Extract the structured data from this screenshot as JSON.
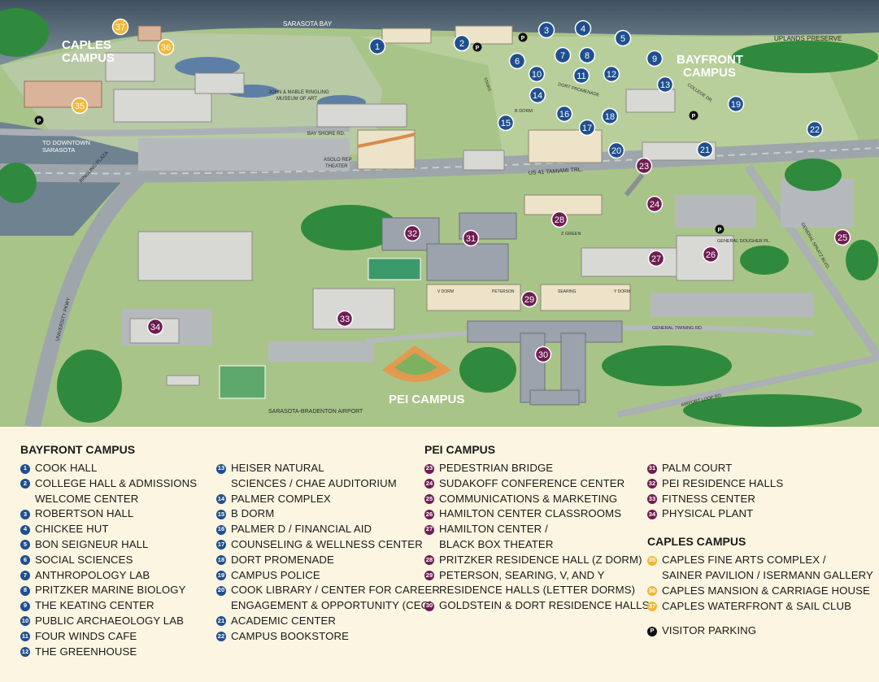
{
  "map": {
    "labels": {
      "caples_campus": "CAPLES\nCAMPUS",
      "bayfront_campus": "BAYFRONT\nCAMPUS",
      "pei_campus": "PEI CAMPUS",
      "sarasota_bay": "SARASOTA BAY",
      "uplands_preserve": "UPLANDS PRESERVE",
      "to_downtown": "TO DOWNTOWN\nSARASOTA",
      "ringling_museum": "JOHN & MABLE RINGLING\nMUSEUM OF ART",
      "bay_shore_rd": "BAY SHORE RD.",
      "asolo": "ASOLO REP\nTHEATER",
      "us41": "US 41 TAMIAMI TRL.",
      "ringling_plaza": "RINGLING PLAZA",
      "university_pkwy": "UNIVERSITY PKWY",
      "b_dorm": "B DORM",
      "dort_promenade": "DORT PROMENADE",
      "college_dr": "COLLEGE DR.",
      "z_green": "Z GREEN",
      "general_dougher": "GENERAL DOUGHER PL.",
      "general_spaatz": "GENERAL SPAATZ BLVD.",
      "general_twining": "GENERAL TWINING RD.",
      "airport_loop": "AIRPORT LOOP RD.",
      "sarasota_airport": "SARASOTA-BRADENTON AIRPORT",
      "v_dorm_left": "V DORM",
      "peterson": "PETERSON",
      "searing": "SEARING",
      "y_dorm": "Y DORM",
      "stairs": "STAIRS"
    },
    "markers": [
      {
        "n": "1",
        "color": "blue"
      },
      {
        "n": "2",
        "color": "blue"
      },
      {
        "n": "3",
        "color": "blue"
      },
      {
        "n": "4",
        "color": "blue"
      },
      {
        "n": "5",
        "color": "blue"
      },
      {
        "n": "6",
        "color": "blue"
      },
      {
        "n": "7",
        "color": "blue"
      },
      {
        "n": "8",
        "color": "blue"
      },
      {
        "n": "9",
        "color": "blue"
      },
      {
        "n": "10",
        "color": "blue"
      },
      {
        "n": "11",
        "color": "blue"
      },
      {
        "n": "12",
        "color": "blue"
      },
      {
        "n": "13",
        "color": "blue"
      },
      {
        "n": "14",
        "color": "blue"
      },
      {
        "n": "15",
        "color": "blue"
      },
      {
        "n": "16",
        "color": "blue"
      },
      {
        "n": "17",
        "color": "blue"
      },
      {
        "n": "18",
        "color": "blue"
      },
      {
        "n": "19",
        "color": "blue"
      },
      {
        "n": "20",
        "color": "blue"
      },
      {
        "n": "21",
        "color": "blue"
      },
      {
        "n": "22",
        "color": "blue"
      },
      {
        "n": "23",
        "color": "maroon"
      },
      {
        "n": "24",
        "color": "maroon"
      },
      {
        "n": "25",
        "color": "maroon"
      },
      {
        "n": "26",
        "color": "maroon"
      },
      {
        "n": "27",
        "color": "maroon"
      },
      {
        "n": "28",
        "color": "maroon"
      },
      {
        "n": "29",
        "color": "maroon"
      },
      {
        "n": "30",
        "color": "maroon"
      },
      {
        "n": "31",
        "color": "maroon"
      },
      {
        "n": "32",
        "color": "maroon"
      },
      {
        "n": "33",
        "color": "maroon"
      },
      {
        "n": "34",
        "color": "maroon"
      },
      {
        "n": "35",
        "color": "gold"
      },
      {
        "n": "36",
        "color": "gold"
      },
      {
        "n": "37",
        "color": "gold"
      }
    ],
    "parking_symbol": "P"
  },
  "legend": {
    "bayfront": {
      "title": "BAYFRONT CAMPUS",
      "items": [
        {
          "n": "1",
          "label": "COOK HALL"
        },
        {
          "n": "2",
          "label": "COLLEGE HALL & ADMISSIONS\nWELCOME CENTER"
        },
        {
          "n": "3",
          "label": "ROBERTSON HALL"
        },
        {
          "n": "4",
          "label": "CHICKEE HUT"
        },
        {
          "n": "5",
          "label": "BON SEIGNEUR HALL"
        },
        {
          "n": "6",
          "label": "SOCIAL SCIENCES"
        },
        {
          "n": "7",
          "label": "ANTHROPOLOGY LAB"
        },
        {
          "n": "8",
          "label": "PRITZKER MARINE BIOLOGY"
        },
        {
          "n": "9",
          "label": "THE KEATING CENTER"
        },
        {
          "n": "10",
          "label": "PUBLIC ARCHAEOLOGY LAB"
        },
        {
          "n": "11",
          "label": "FOUR WINDS CAFE"
        },
        {
          "n": "12",
          "label": "THE GREENHOUSE"
        },
        {
          "n": "13",
          "label": "HEISER NATURAL\nSCIENCES / CHAE AUDITORIUM"
        },
        {
          "n": "14",
          "label": "PALMER COMPLEX"
        },
        {
          "n": "15",
          "label": "B DORM"
        },
        {
          "n": "16",
          "label": "PALMER D / FINANCIAL AID"
        },
        {
          "n": "17",
          "label": "COUNSELING & WELLNESS CENTER"
        },
        {
          "n": "18",
          "label": "DORT PROMENADE"
        },
        {
          "n": "19",
          "label": "CAMPUS POLICE"
        },
        {
          "n": "20",
          "label": "COOK LIBRARY / CENTER FOR CAREER\nENGAGEMENT & OPPORTUNITY (CEO)"
        },
        {
          "n": "21",
          "label": "ACADEMIC CENTER"
        },
        {
          "n": "22",
          "label": "CAMPUS BOOKSTORE"
        }
      ]
    },
    "pei": {
      "title": "PEI CAMPUS",
      "items": [
        {
          "n": "23",
          "label": "PEDESTRIAN BRIDGE"
        },
        {
          "n": "24",
          "label": "SUDAKOFF CONFERENCE CENTER"
        },
        {
          "n": "25",
          "label": "COMMUNICATIONS & MARKETING"
        },
        {
          "n": "26",
          "label": "HAMILTON CENTER CLASSROOMS"
        },
        {
          "n": "27",
          "label": "HAMILTON CENTER /\nBLACK BOX THEATER"
        },
        {
          "n": "28",
          "label": "PRITZKER RESIDENCE HALL (Z DORM)"
        },
        {
          "n": "29",
          "label": "PETERSON, SEARING, V, AND Y\nRESIDENCE HALLS (LETTER DORMS)"
        },
        {
          "n": "30",
          "label": "GOLDSTEIN & DORT RESIDENCE HALLS"
        },
        {
          "n": "31",
          "label": "PALM COURT"
        },
        {
          "n": "32",
          "label": "PEI RESIDENCE HALLS"
        },
        {
          "n": "33",
          "label": "FITNESS CENTER"
        },
        {
          "n": "34",
          "label": "PHYSICAL PLANT"
        }
      ]
    },
    "caples": {
      "title": "CAPLES CAMPUS",
      "items": [
        {
          "n": "35",
          "label": "CAPLES FINE ARTS COMPLEX /\nSAINER PAVILION / ISERMANN GALLERY"
        },
        {
          "n": "36",
          "label": "CAPLES MANSION & CARRIAGE HOUSE"
        },
        {
          "n": "37",
          "label": "CAPLES WATERFRONT & SAIL CLUB"
        }
      ]
    },
    "visitor_parking": {
      "symbol": "P",
      "label": "VISITOR PARKING"
    }
  },
  "colors": {
    "blue_marker": "#1f4f8f",
    "maroon_marker": "#6e1d52",
    "gold_marker": "#f3b735",
    "water": "#5a6e7e",
    "grass": "#a9c489",
    "tree": "#2f8a3e",
    "legend_bg": "#fbf5e1"
  }
}
